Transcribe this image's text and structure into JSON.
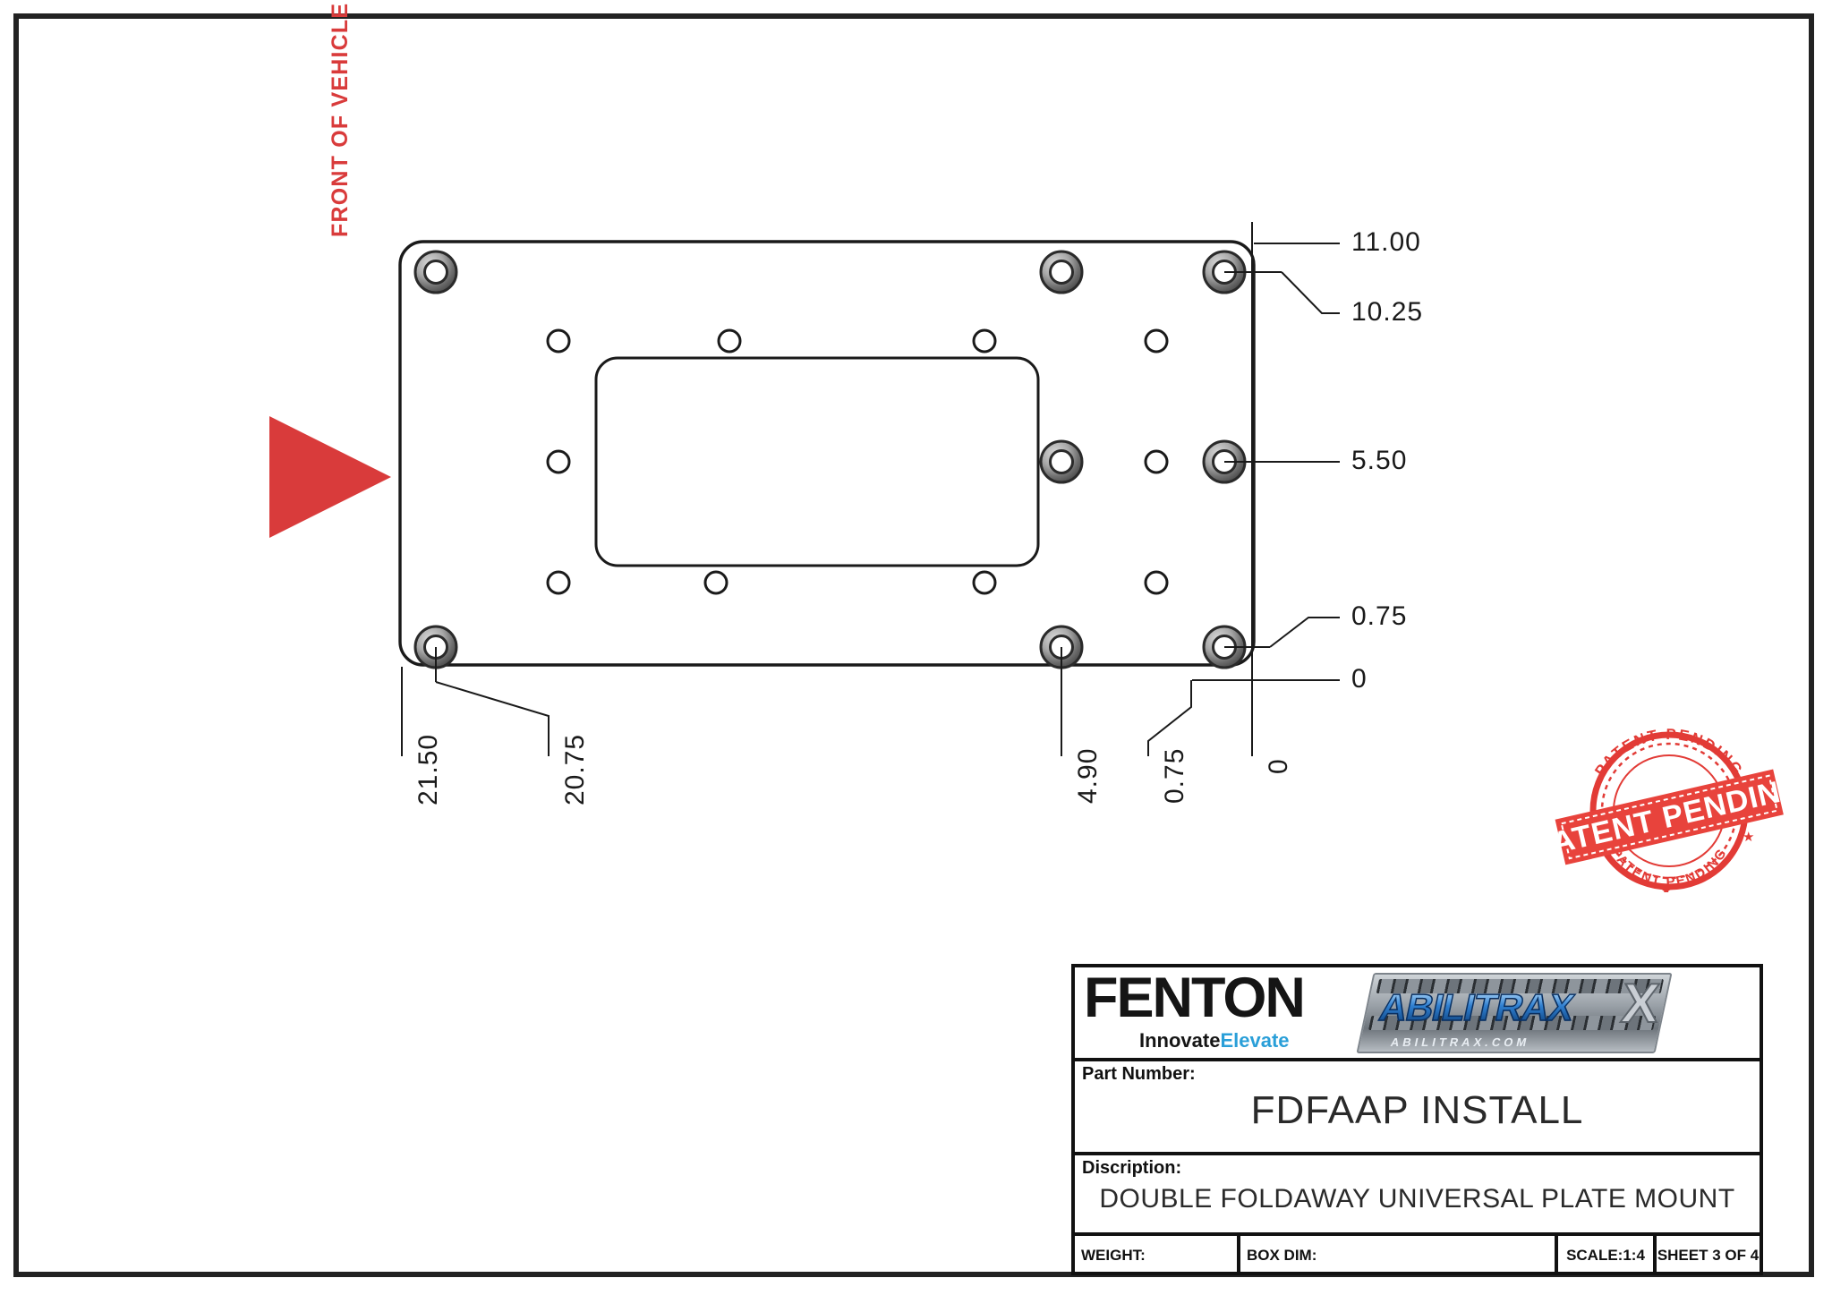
{
  "sheet": {
    "front_of_vehicle_label": "FRONT OF VEHICLE",
    "accent_red": "#d93b3b",
    "line_color": "#1a1a1a"
  },
  "dimensions": {
    "right": [
      {
        "name": "11.00",
        "value": "11.00"
      },
      {
        "name": "10.25",
        "value": "10.25"
      },
      {
        "name": "5.50",
        "value": "5.50"
      },
      {
        "name": "0.75",
        "value": "0.75"
      },
      {
        "name": "0",
        "value": "0"
      }
    ],
    "bottom": [
      {
        "name": "21.50",
        "value": "21.50"
      },
      {
        "name": "20.75",
        "value": "20.75"
      },
      {
        "name": "4.90",
        "value": "4.90"
      },
      {
        "name": "0.75",
        "value": "0.75"
      },
      {
        "name": "0",
        "value": "0"
      }
    ]
  },
  "stamp": {
    "outer_text": "PATENT PENDING",
    "banner_text": "PATENT PENDING",
    "bottom_text": "PATENT PENDING",
    "color": "#e23b36"
  },
  "title_block": {
    "fenton": {
      "wordmark": "FENTON",
      "tagline_part1": "Innovate",
      "tagline_part2": "Elevate",
      "tagline_color_1": "#151515",
      "tagline_color_2": "#2a9fd8"
    },
    "abilitrax": {
      "wordmark": "ABILITRAX",
      "x_letter": "X",
      "url": "ABILITRAX.COM"
    },
    "part_number_caption": "Part Number:",
    "part_number_value": "FDFAAP INSTALL",
    "description_caption": "Discription:",
    "description_value": "DOUBLE FOLDAWAY UNIVERSAL PLATE MOUNT",
    "weight_label": "WEIGHT:",
    "box_dim_label": "BOX DIM:",
    "scale_label": "SCALE:1:4",
    "sheet_label": "SHEET 3 OF 4"
  }
}
